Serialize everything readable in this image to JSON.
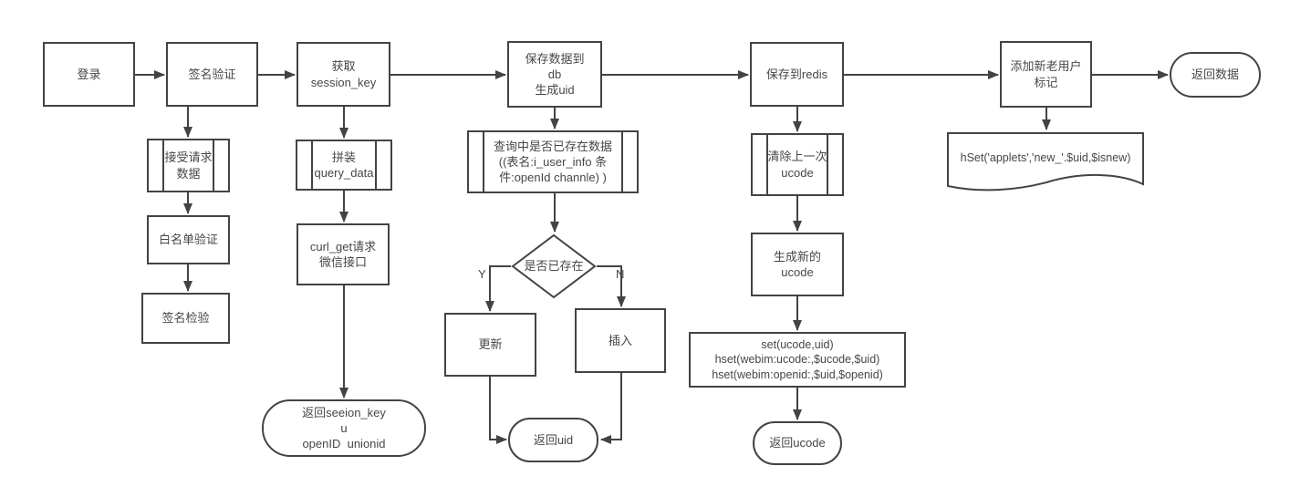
{
  "diagram": {
    "background_color": "#ffffff",
    "stroke_color": "#434343",
    "text_color": "#474747"
  },
  "nodes": {
    "login": {
      "label": "登录",
      "type": "process"
    },
    "sign_verify": {
      "label": "签名验证",
      "type": "process"
    },
    "get_session_key": {
      "label": "获取\nsession_key",
      "type": "process"
    },
    "save_db": {
      "label": "保存数据到\ndb\n生成uid",
      "type": "process"
    },
    "save_redis": {
      "label": "保存到redis",
      "type": "process"
    },
    "add_user_mark": {
      "label": "添加新老用户\n标记",
      "type": "process"
    },
    "return_data": {
      "label": "返回数据",
      "type": "terminator"
    },
    "accept_request": {
      "label": "接受请求\n数据",
      "type": "predefined-process"
    },
    "whitelist_verify": {
      "label": "白名单验证",
      "type": "process"
    },
    "sign_check": {
      "label": "签名检验",
      "type": "process"
    },
    "assemble_query": {
      "label": "拼装\nquery_data",
      "type": "predefined-process"
    },
    "curl_get": {
      "label": "curl_get请求\n微信接口",
      "type": "process"
    },
    "return_session_key": {
      "label": "返回seeion_key\nu\nopenID  unionid",
      "type": "terminator"
    },
    "query_exists": {
      "label": "查询中是否已存在数据\n((表名:i_user_info 条\n件:openId channle) )",
      "type": "predefined-process"
    },
    "exists_decision": {
      "label": "是否已存在",
      "type": "decision"
    },
    "update": {
      "label": "更新",
      "type": "process"
    },
    "insert": {
      "label": "插入",
      "type": "process"
    },
    "return_uid": {
      "label": "返回uid",
      "type": "terminator"
    },
    "clear_ucode": {
      "label": "清除上一次\nucode",
      "type": "predefined-process"
    },
    "gen_ucode": {
      "label": "生成新的\nucode",
      "type": "process"
    },
    "redis_set": {
      "label": "set(ucode,uid)\nhset(webim:ucode:,$ucode,$uid)\nhset(webim:openid:,$uid,$openid)",
      "type": "process"
    },
    "return_ucode": {
      "label": "返回ucode",
      "type": "terminator"
    },
    "hset_doc": {
      "label": "hSet('applets','new_'.$uid,$isnew)",
      "type": "document"
    }
  },
  "decision": {
    "yes_label": "Y",
    "no_label": "N"
  },
  "edges": [
    {
      "from": "login",
      "to": "sign_verify"
    },
    {
      "from": "sign_verify",
      "to": "get_session_key"
    },
    {
      "from": "get_session_key",
      "to": "save_db"
    },
    {
      "from": "save_db",
      "to": "save_redis"
    },
    {
      "from": "save_redis",
      "to": "add_user_mark"
    },
    {
      "from": "add_user_mark",
      "to": "return_data"
    },
    {
      "from": "sign_verify",
      "to": "accept_request"
    },
    {
      "from": "accept_request",
      "to": "whitelist_verify"
    },
    {
      "from": "whitelist_verify",
      "to": "sign_check"
    },
    {
      "from": "get_session_key",
      "to": "assemble_query"
    },
    {
      "from": "assemble_query",
      "to": "curl_get"
    },
    {
      "from": "curl_get",
      "to": "return_session_key"
    },
    {
      "from": "save_db",
      "to": "query_exists"
    },
    {
      "from": "query_exists",
      "to": "exists_decision"
    },
    {
      "from": "exists_decision",
      "to": "update",
      "label": "Y"
    },
    {
      "from": "exists_decision",
      "to": "insert",
      "label": "N"
    },
    {
      "from": "update",
      "to": "return_uid"
    },
    {
      "from": "insert",
      "to": "return_uid"
    },
    {
      "from": "save_redis",
      "to": "clear_ucode"
    },
    {
      "from": "clear_ucode",
      "to": "gen_ucode"
    },
    {
      "from": "gen_ucode",
      "to": "redis_set"
    },
    {
      "from": "redis_set",
      "to": "return_ucode"
    },
    {
      "from": "add_user_mark",
      "to": "hset_doc"
    }
  ]
}
